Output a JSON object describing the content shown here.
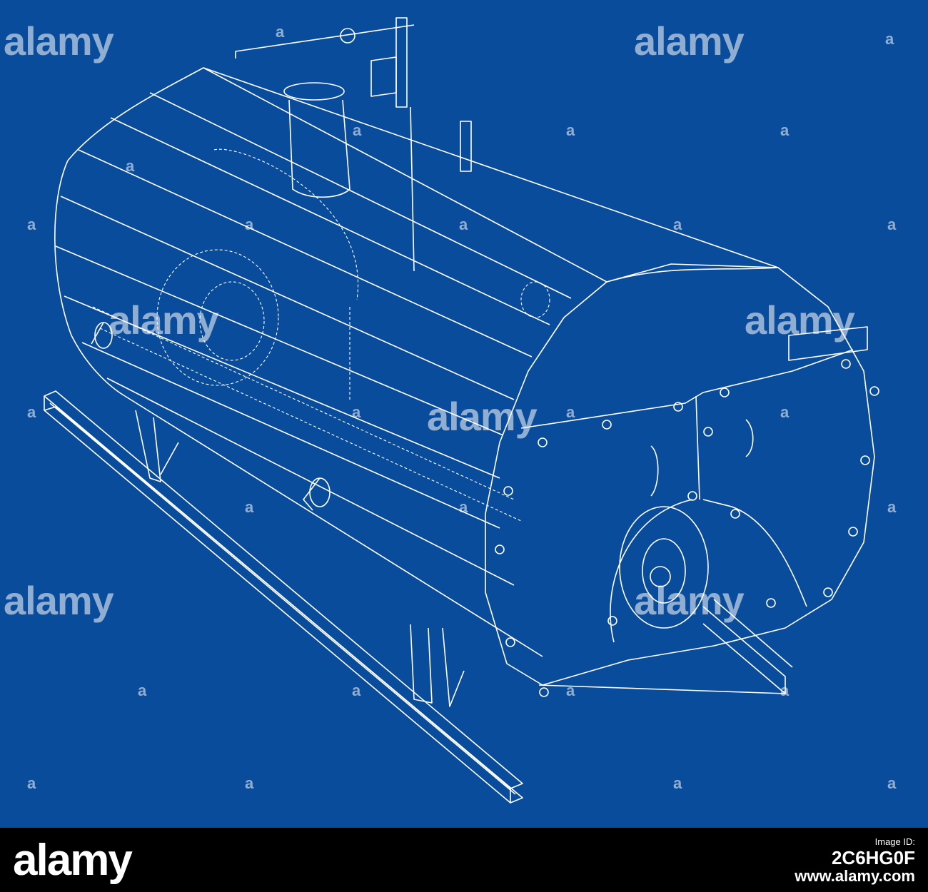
{
  "watermark": {
    "text": "alamy",
    "small_glyph": "a"
  },
  "footer": {
    "brand": "alamy",
    "image_id_label": "Image ID:",
    "image_id": "2C6HG0F",
    "url": "www.alamy.com"
  },
  "colors": {
    "background": "#0a4c9c",
    "lines": "#ffffff",
    "footer_bg": "#000000"
  }
}
